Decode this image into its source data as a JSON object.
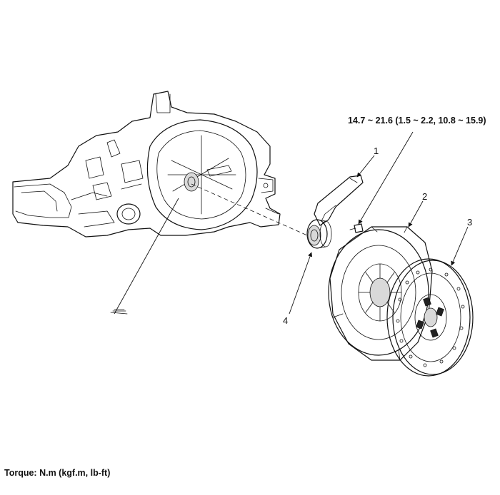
{
  "diagram": {
    "torque_spec": "14.7 ~ 21.6 (1.5 ~ 2.2, 10.8 ~ 15.9)",
    "callouts": [
      "1",
      "2",
      "3",
      "4"
    ],
    "footer": "Torque: N.m (kgf.m, lb-ft)"
  }
}
